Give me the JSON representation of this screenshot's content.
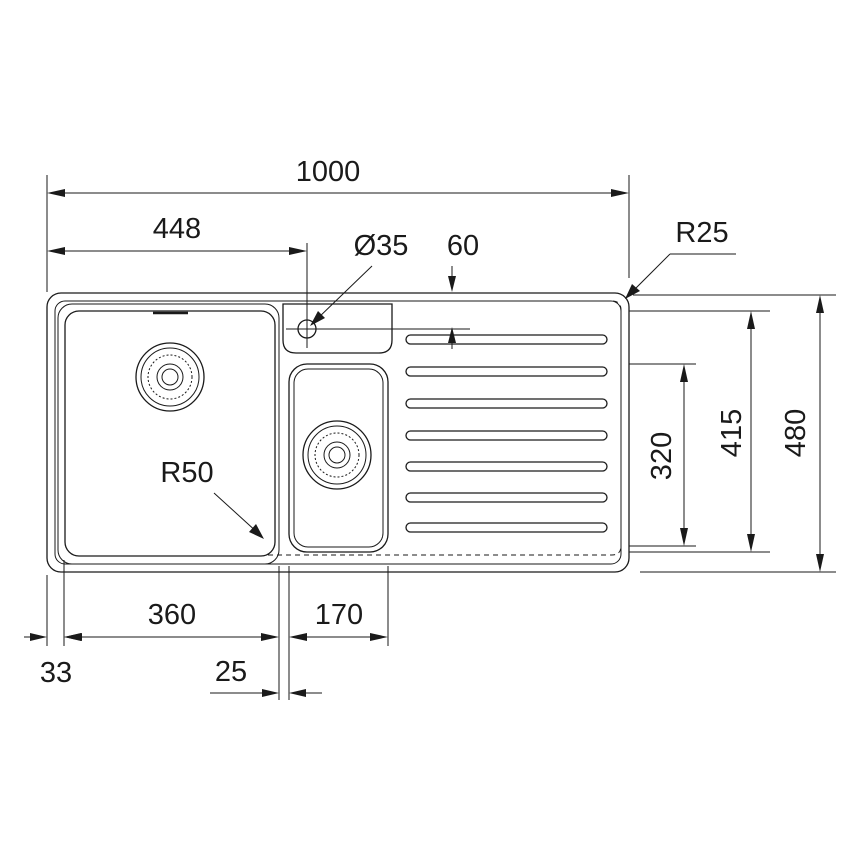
{
  "dimensions": {
    "overall_width": "1000",
    "left_bowl_offset": "448",
    "tap_hole_diameter": "Ø35",
    "drainer_groove": "60",
    "corner_radius_outer": "R25",
    "inner_depth_small": "320",
    "inner_depth_large": "415",
    "overall_depth": "480",
    "bowl_corner_radius": "R50",
    "main_bowl_width": "360",
    "small_bowl_width": "170",
    "edge_offset": "33",
    "bowl_gap": "25"
  },
  "drainer": {
    "groove_count": 7
  }
}
